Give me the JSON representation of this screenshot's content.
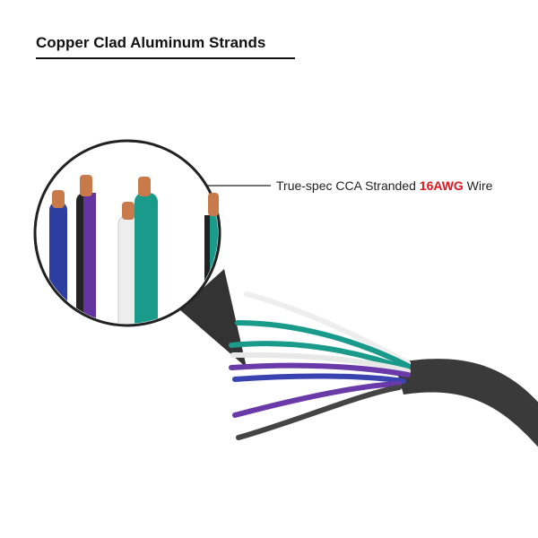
{
  "title": "Copper Clad Aluminum Strands",
  "callout": {
    "prefix": "True-spec CCA Stranded ",
    "highlight": "16AWG",
    "suffix": " Wire"
  },
  "colors": {
    "highlight": "#e3141d",
    "jacket": "#3a3a3a",
    "copper": "#c97a4a"
  }
}
